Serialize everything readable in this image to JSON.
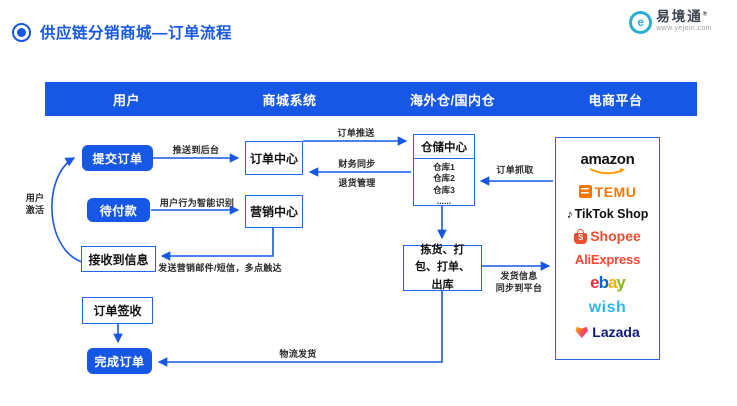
{
  "page": {
    "title": "供应链分销商城—订单流程"
  },
  "brand": {
    "name": "易境通",
    "reg": "®",
    "url": "www.yejoin.com"
  },
  "lanes": [
    "用户",
    "商城系统",
    "海外仓/国内仓",
    "电商平台"
  ],
  "nodes": {
    "submit_order": "提交订单",
    "pending_payment": "待付款",
    "receive_info": "接收到信息",
    "order_sign": "订单签收",
    "complete_order": "完成订单",
    "order_center": "订单中心",
    "marketing_center": "营销中心",
    "warehouse_center": "仓储中心",
    "warehouse_items": [
      "仓库1",
      "仓库2",
      "仓库3",
      "......"
    ],
    "picking": "拣货、打包、打单、出库"
  },
  "edge_labels": {
    "push_backend": "推送到后台",
    "order_push": "订单推送",
    "finance_sync": "财务同步",
    "return_mgmt": "退货管理",
    "behavior_ai": "用户行为智能识别",
    "marketing_send": "发送营销邮件/短信，多点触达",
    "user_activate_line1": "用户",
    "user_activate_line2": "激活",
    "order_fetch": "订单抓取",
    "ship_sync_line1": "发货信息",
    "ship_sync_line2": "同步到平台",
    "logistics": "物流发货"
  },
  "platforms": {
    "amazon": "amazon",
    "temu": "TEMU",
    "tiktok": "TikTok Shop",
    "shopee": "Shopee",
    "shopee_initial": "S",
    "aliexpress": "AliExpress",
    "ebay": [
      "e",
      "b",
      "a",
      "y"
    ],
    "wish": "wish",
    "lazada": "Lazada"
  },
  "icons": {
    "tiktok_note": "♪"
  },
  "colors": {
    "primary_blue": "#1757E5",
    "brand_cyan": "#29AFD0",
    "temu_orange": "#FB7701",
    "shopee_orange": "#EE4D2D",
    "aliexpress_red": "#FF4633",
    "amazon_smile": "#FF9900",
    "wish_blue": "#2FB7EC",
    "lazada_navy": "#10187B"
  }
}
